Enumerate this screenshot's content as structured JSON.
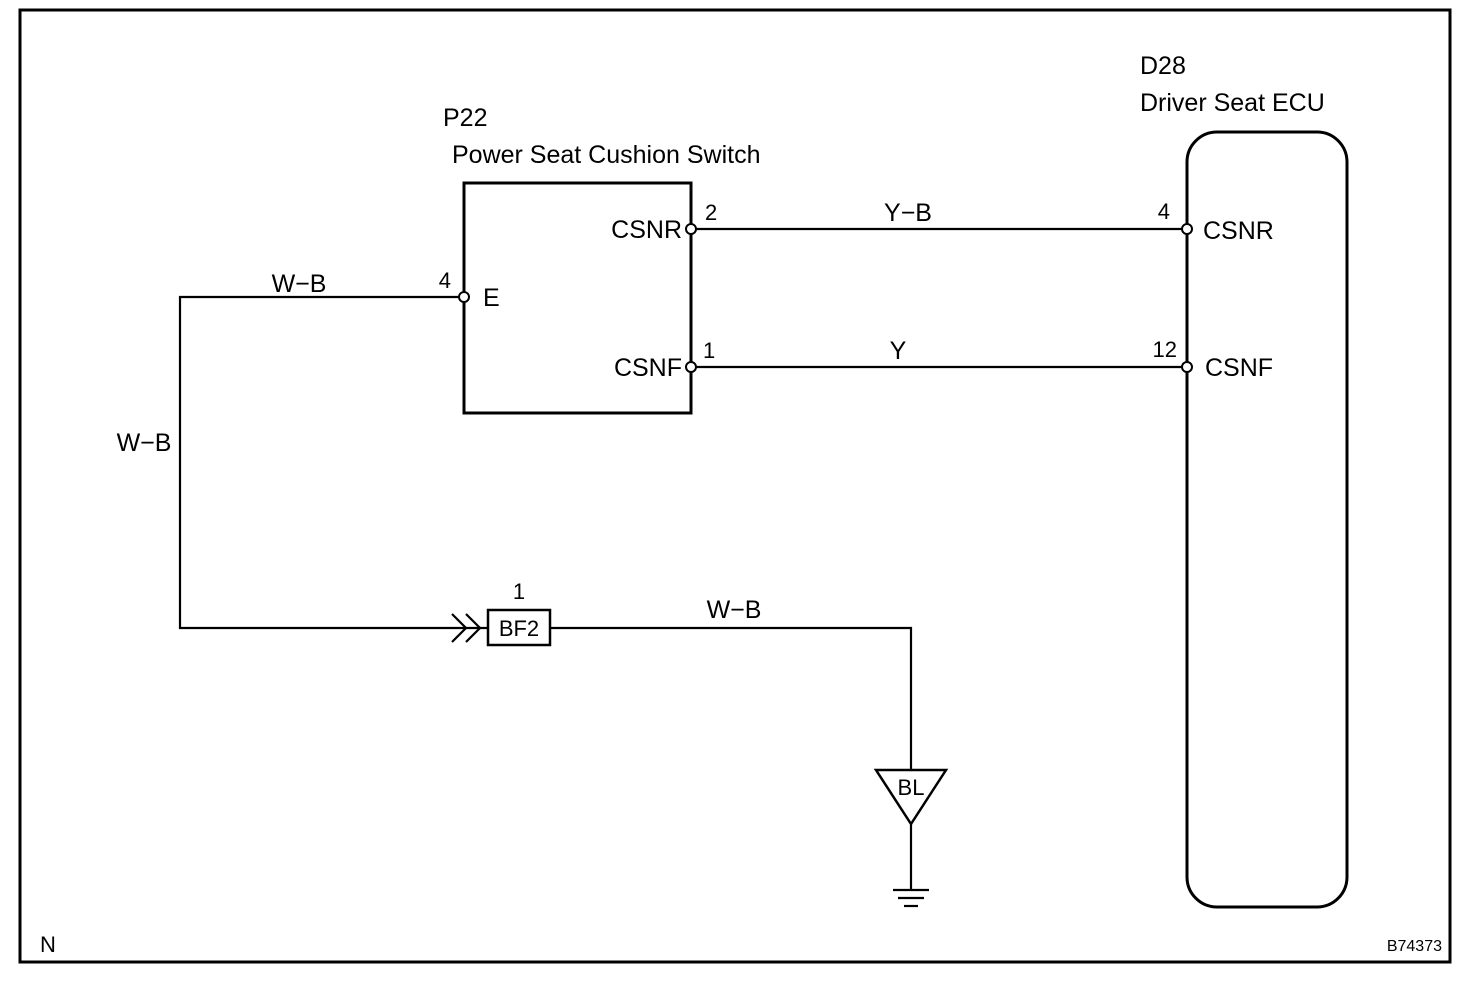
{
  "diagram_code": "N",
  "figure_id": "B74373",
  "components": {
    "switch": {
      "ref": "P22",
      "name": "Power Seat Cushion Switch",
      "pins": {
        "csnr": {
          "number": "2",
          "name": "CSNR"
        },
        "csnf": {
          "number": "1",
          "name": "CSNF"
        },
        "e": {
          "number": "4",
          "name": "E"
        }
      }
    },
    "ecu": {
      "ref": "D28",
      "name": "Driver Seat ECU",
      "pins": {
        "csnr": {
          "number": "4",
          "name": "CSNR"
        },
        "csnf": {
          "number": "12",
          "name": "CSNF"
        }
      }
    },
    "connector": {
      "name": "BF2",
      "pin": "1"
    },
    "ground_point": {
      "name": "BL"
    }
  },
  "wires": {
    "csnr": {
      "color": "Y−B"
    },
    "csnf": {
      "color": "Y"
    },
    "e_top": {
      "color": "W−B"
    },
    "e_side": {
      "color": "W−B"
    },
    "ground": {
      "color": "W−B"
    }
  }
}
